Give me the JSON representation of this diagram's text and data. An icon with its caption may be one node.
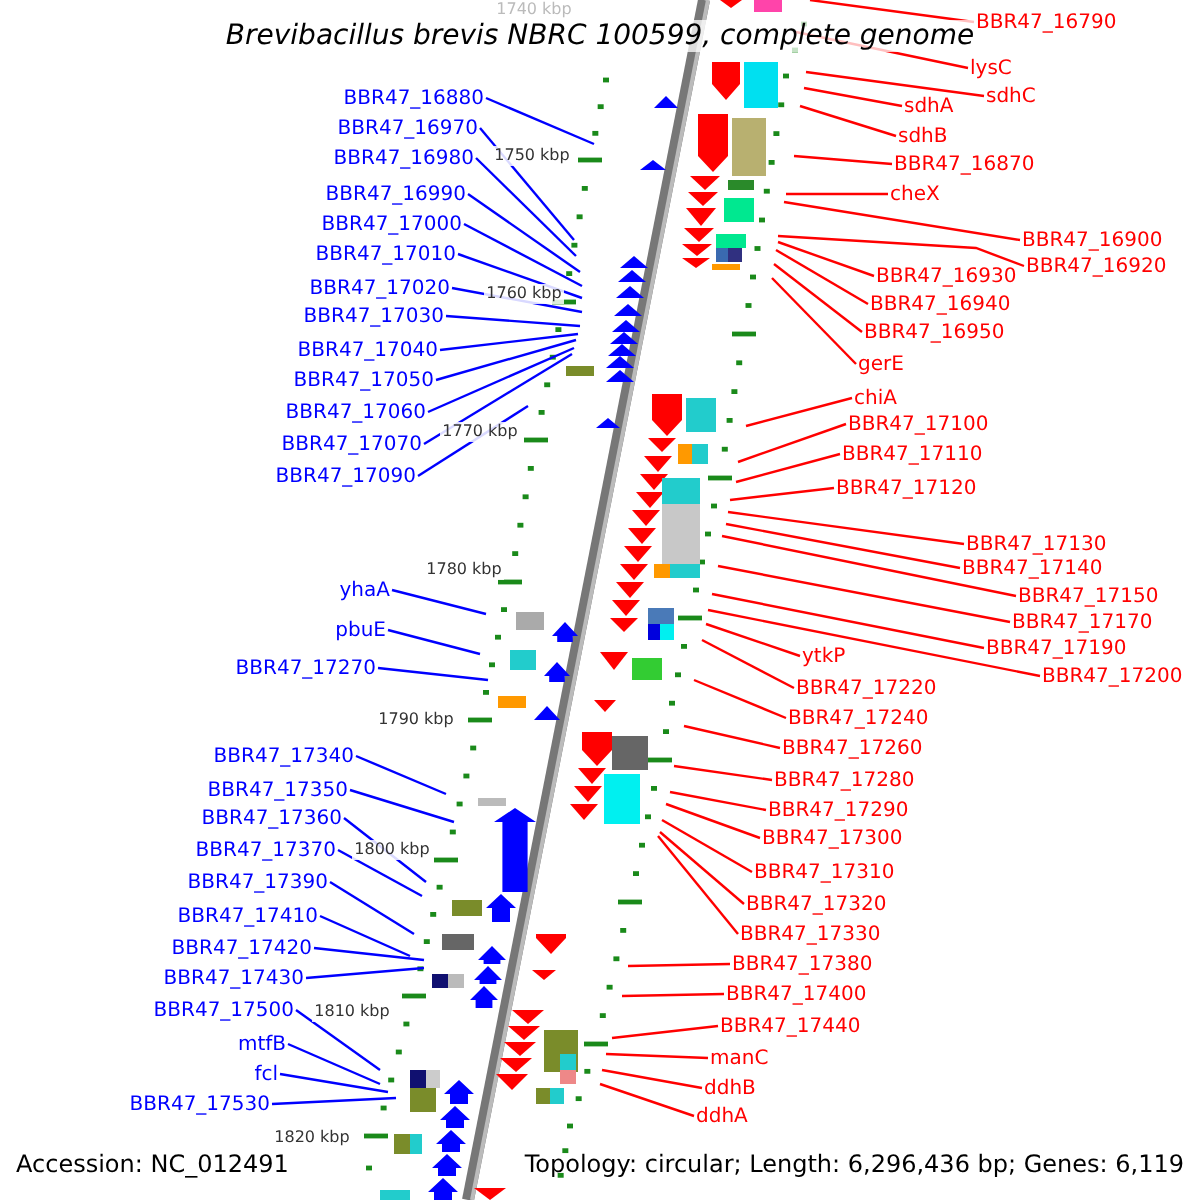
{
  "diagram": {
    "title": "Brevibacillus brevis NBRC 100599, complete genome",
    "nodes": [
      {
        "text": [
          "BBR47_16880"
        ]
      },
      {
        "text": [
          "BBR47_16970"
        ]
      },
      {
        "text": [
          "BBR47_16980"
        ]
      },
      {
        "text": [
          "BBR47_16990"
        ]
      },
      {
        "text": [
          "BBR47_17000"
        ]
      },
      {
        "text": [
          "BBR47_17010"
        ]
      },
      {
        "text": [
          "BBR47_17020"
        ]
      },
      {
        "text": [
          "BBR47_17030"
        ]
      },
      {
        "text": [
          "BBR47_17040"
        ]
      },
      {
        "text": [
          "BBR47_17050"
        ]
      },
      {
        "text": [
          "BBR47_17060"
        ]
      },
      {
        "text": [
          "BBR47_17070"
        ]
      },
      {
        "text": [
          "BBR47_17090"
        ]
      },
      {
        "text": [
          "yhaA"
        ]
      },
      {
        "text": [
          "pbuE"
        ]
      },
      {
        "text": [
          "BBR47_17270"
        ]
      },
      {
        "text": [
          "BBR47_17340"
        ]
      },
      {
        "text": [
          "BBR47_17350"
        ]
      },
      {
        "text": [
          "BBR47_17360"
        ]
      },
      {
        "text": [
          "BBR47_17370"
        ]
      },
      {
        "text": [
          "BBR47_17390"
        ]
      },
      {
        "text": [
          "BBR47_17410"
        ]
      },
      {
        "text": [
          "BBR47_17420"
        ]
      },
      {
        "text": [
          "BBR47_17430"
        ]
      },
      {
        "text": [
          "BBR47_17500"
        ]
      },
      {
        "text": [
          "mtfB"
        ]
      },
      {
        "text": [
          "fcl"
        ]
      },
      {
        "text": [
          "BBR47_17530"
        ]
      },
      {
        "text": [
          "BBR47_16790"
        ]
      },
      {
        "text": [
          "lysC"
        ]
      },
      {
        "text": [
          "sdhC"
        ]
      },
      {
        "text": [
          "sdhA"
        ]
      },
      {
        "text": [
          "sdhB"
        ]
      },
      {
        "text": [
          "BBR47_16870"
        ]
      },
      {
        "text": [
          "cheX"
        ]
      },
      {
        "text": [
          "BBR47_16900"
        ]
      },
      {
        "text": [
          "BBR47_16930"
        ]
      },
      {
        "text": [
          "BBR47_16920"
        ]
      },
      {
        "text": [
          "BBR47_16940"
        ]
      },
      {
        "text": [
          "BBR47_16950"
        ]
      },
      {
        "text": [
          "gerE"
        ]
      },
      {
        "text": [
          "chiA"
        ]
      },
      {
        "text": [
          "BBR47_17100"
        ]
      },
      {
        "text": [
          "BBR47_17110"
        ]
      },
      {
        "text": [
          "BBR47_17120"
        ]
      },
      {
        "text": [
          "BBR47_17130"
        ]
      },
      {
        "text": [
          "BBR47_17140"
        ]
      },
      {
        "text": [
          "BBR47_17150"
        ]
      },
      {
        "text": [
          "BBR47_17170"
        ]
      },
      {
        "text": [
          "ytkP"
        ]
      },
      {
        "text": [
          "BBR47_17190"
        ]
      },
      {
        "text": [
          "BBR47_17200"
        ]
      },
      {
        "text": [
          "BBR47_17220"
        ]
      },
      {
        "text": [
          "BBR47_17240"
        ]
      },
      {
        "text": [
          "BBR47_17260"
        ]
      },
      {
        "text": [
          "BBR47_17280"
        ]
      },
      {
        "text": [
          "BBR47_17290"
        ]
      },
      {
        "text": [
          "BBR47_17300"
        ]
      },
      {
        "text": [
          "BBR47_17310"
        ]
      },
      {
        "text": [
          "BBR47_17320"
        ]
      },
      {
        "text": [
          "BBR47_17330"
        ]
      },
      {
        "text": [
          "BBR47_17380"
        ]
      },
      {
        "text": [
          "BBR47_17400"
        ]
      },
      {
        "text": [
          "BBR47_17440"
        ]
      },
      {
        "text": [
          "manC"
        ]
      },
      {
        "text": [
          "ddhB"
        ]
      },
      {
        "text": [
          "ddhA"
        ]
      }
    ],
    "edges": [
      {
        "from": 0,
        "to": null,
        "arrow": "none",
        "color": "#0000ff"
      },
      {
        "from": 1,
        "to": null,
        "arrow": "none",
        "color": "#0000ff"
      },
      {
        "from": 2,
        "to": null,
        "arrow": "none",
        "color": "#0000ff"
      },
      {
        "from": 3,
        "to": null,
        "arrow": "none",
        "color": "#0000ff"
      },
      {
        "from": 4,
        "to": null,
        "arrow": "none",
        "color": "#0000ff"
      },
      {
        "from": 5,
        "to": null,
        "arrow": "none",
        "color": "#0000ff"
      },
      {
        "from": 6,
        "to": null,
        "arrow": "none",
        "color": "#0000ff"
      },
      {
        "from": 7,
        "to": null,
        "arrow": "none",
        "color": "#0000ff"
      },
      {
        "from": 8,
        "to": null,
        "arrow": "none",
        "color": "#0000ff"
      },
      {
        "from": 9,
        "to": null,
        "arrow": "none",
        "color": "#0000ff"
      },
      {
        "from": 10,
        "to": null,
        "arrow": "none",
        "color": "#0000ff"
      },
      {
        "from": 11,
        "to": null,
        "arrow": "none",
        "color": "#0000ff"
      },
      {
        "from": 12,
        "to": null,
        "arrow": "none",
        "color": "#0000ff"
      },
      {
        "from": 13,
        "to": null,
        "arrow": "none",
        "color": "#0000ff"
      },
      {
        "from": 14,
        "to": null,
        "arrow": "none",
        "color": "#0000ff"
      },
      {
        "from": 15,
        "to": null,
        "arrow": "none",
        "color": "#0000ff"
      },
      {
        "from": 16,
        "to": null,
        "arrow": "none",
        "color": "#0000ff"
      },
      {
        "from": 17,
        "to": null,
        "arrow": "none",
        "color": "#0000ff"
      },
      {
        "from": 18,
        "to": null,
        "arrow": "none",
        "color": "#0000ff"
      },
      {
        "from": 19,
        "to": null,
        "arrow": "none",
        "color": "#0000ff"
      },
      {
        "from": 20,
        "to": null,
        "arrow": "none",
        "color": "#0000ff"
      },
      {
        "from": 21,
        "to": null,
        "arrow": "none",
        "color": "#0000ff"
      },
      {
        "from": 22,
        "to": null,
        "arrow": "none",
        "color": "#0000ff"
      },
      {
        "from": 23,
        "to": null,
        "arrow": "none",
        "color": "#0000ff"
      },
      {
        "from": 24,
        "to": null,
        "arrow": "none",
        "color": "#0000ff"
      },
      {
        "from": 25,
        "to": null,
        "arrow": "none",
        "color": "#0000ff"
      },
      {
        "from": 26,
        "to": null,
        "arrow": "none",
        "color": "#0000ff"
      },
      {
        "from": 27,
        "to": null,
        "arrow": "none",
        "color": "#0000ff"
      },
      {
        "from": 28,
        "to": null,
        "arrow": "none"
      },
      {
        "from": 29,
        "to": null,
        "arrow": "none"
      },
      {
        "from": 30,
        "to": null,
        "arrow": "none"
      },
      {
        "from": 31,
        "to": null,
        "arrow": "none"
      },
      {
        "from": 32,
        "to": null,
        "arrow": "none"
      },
      {
        "from": 33,
        "to": null,
        "arrow": "none"
      },
      {
        "from": 34,
        "to": null,
        "arrow": "none"
      },
      {
        "from": 35,
        "to": null,
        "arrow": "none"
      },
      {
        "from": 36,
        "to": null,
        "arrow": "none"
      },
      {
        "from": 37,
        "to": null,
        "arrow": "none"
      },
      {
        "from": 38,
        "to": null,
        "arrow": "none"
      },
      {
        "from": 39,
        "to": null,
        "arrow": "none"
      },
      {
        "from": 40,
        "to": null,
        "arrow": "none"
      },
      {
        "from": 41,
        "to": null,
        "arrow": "none"
      },
      {
        "from": 42,
        "to": null,
        "arrow": "none"
      },
      {
        "from": 43,
        "to": null,
        "arrow": "none"
      },
      {
        "from": 44,
        "to": null,
        "arrow": "none"
      },
      {
        "from": 45,
        "to": null,
        "arrow": "none"
      },
      {
        "from": 46,
        "to": null,
        "arrow": "none"
      },
      {
        "from": 47,
        "to": null,
        "arrow": "none"
      },
      {
        "from": 48,
        "to": null,
        "arrow": "none"
      },
      {
        "from": 49,
        "to": null,
        "arrow": "none"
      },
      {
        "from": 50,
        "to": null,
        "arrow": "none"
      },
      {
        "from": 51,
        "to": null,
        "arrow": "none"
      },
      {
        "from": 52,
        "to": null,
        "arrow": "none"
      },
      {
        "from": 53,
        "to": null,
        "arrow": "none"
      },
      {
        "from": 54,
        "to": null,
        "arrow": "none"
      },
      {
        "from": 55,
        "to": null,
        "arrow": "none"
      },
      {
        "from": 56,
        "to": null,
        "arrow": "none"
      },
      {
        "from": 57,
        "to": null,
        "arrow": "none"
      },
      {
        "from": 58,
        "to": null,
        "arrow": "none"
      },
      {
        "from": 59,
        "to": null,
        "arrow": "none"
      },
      {
        "from": 60,
        "to": null,
        "arrow": "none"
      },
      {
        "from": 61,
        "to": null,
        "arrow": "none"
      },
      {
        "from": 62,
        "to": null,
        "arrow": "none"
      },
      {
        "from": 63,
        "to": null,
        "arrow": "none"
      },
      {
        "from": 64,
        "to": null,
        "arrow": "none"
      },
      {
        "from": 65,
        "to": null,
        "arrow": "none"
      },
      {
        "from": 66,
        "to": null,
        "arrow": "none"
      }
    ],
    "labels": [
      "1740 kbp",
      "1750 kbp",
      "1760 kbp",
      "1770 kbp",
      "1780 kbp",
      "1790 kbp",
      "1800 kbp",
      "1810 kbp",
      "1820 kbp",
      "Accession: NC_012491",
      "Topology: circular; Length: 6,296,436 bp; Genes: 6,119"
    ]
  }
}
